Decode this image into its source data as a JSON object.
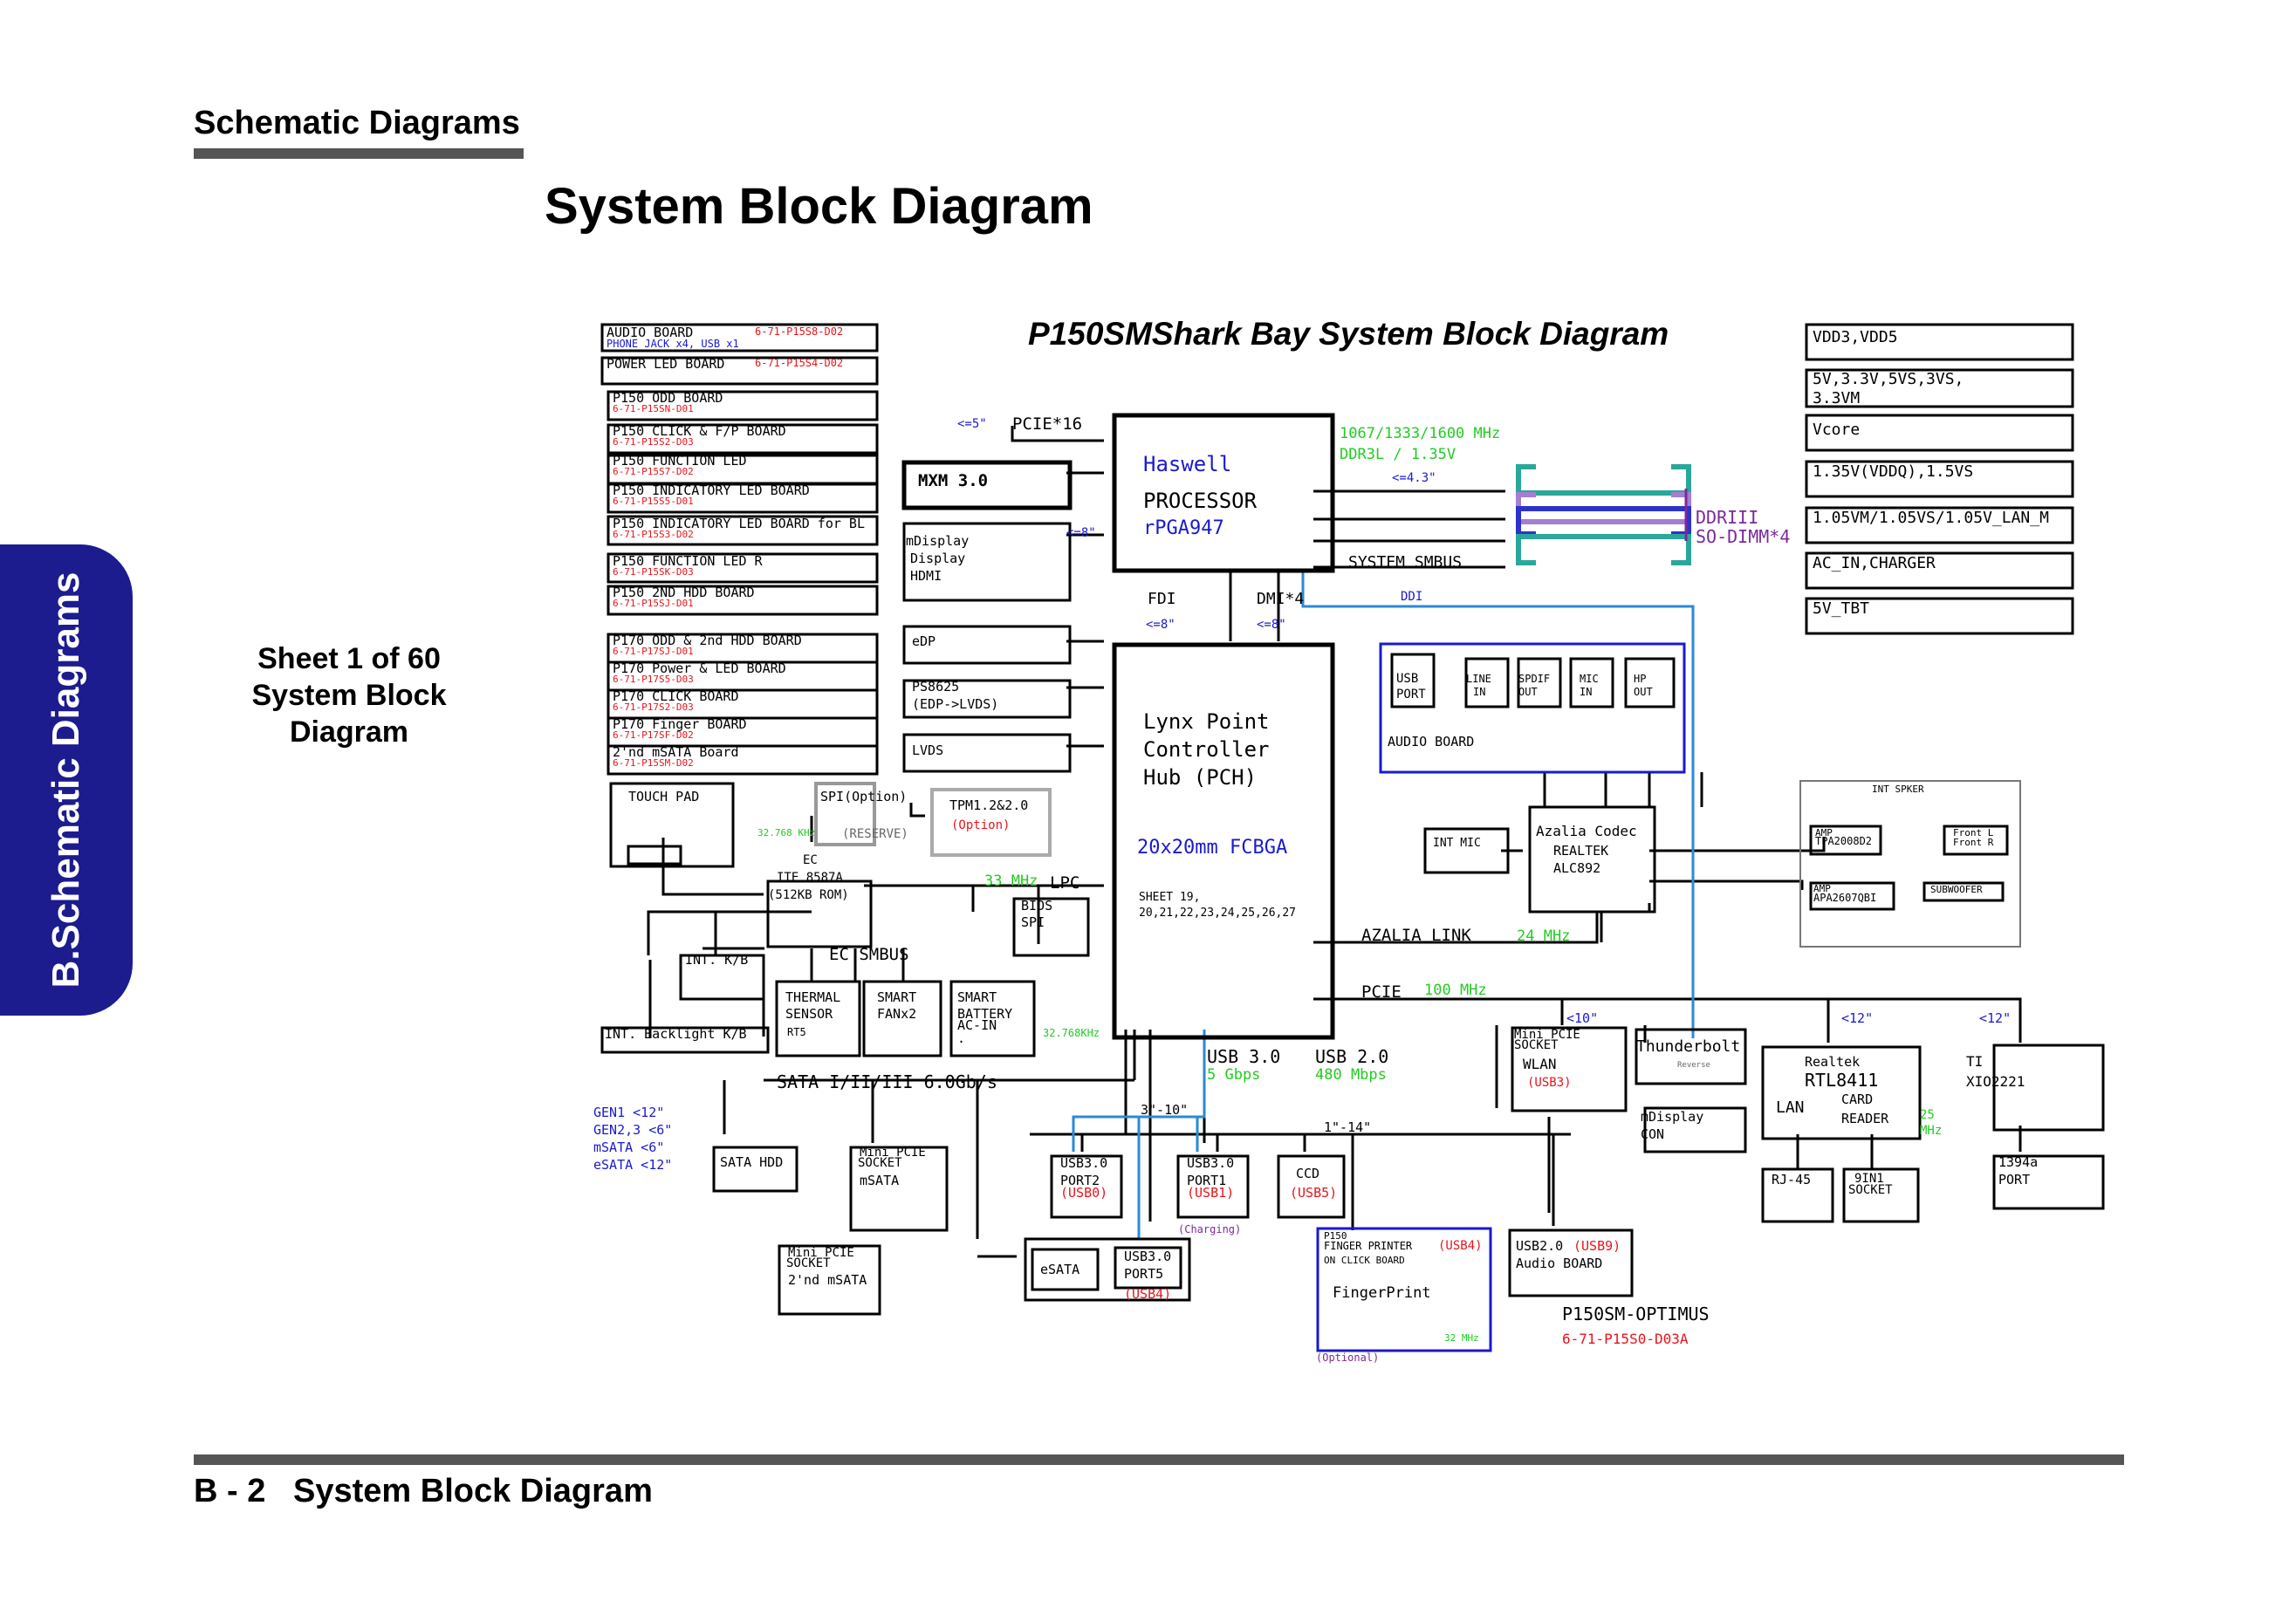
{
  "page": {
    "section": "Schematic  Diagrams",
    "title": "System Block Diagram",
    "side_tab": "B.Schematic Diagrams",
    "sheet": [
      "Sheet 1 of 60",
      "System Block",
      "Diagram"
    ],
    "footer": "B - 2   System Block Diagram"
  },
  "diagram": {
    "title": "P150SMShark Bay System Block Diagram",
    "board_list": [
      {
        "name": "AUDIO BOARD",
        "code": "6-71-P15S8-D02",
        "sub": "PHONE JACK x4, USB x1"
      },
      {
        "name": "POWER LED BOARD",
        "code": "6-71-P15S4-D02"
      },
      {
        "name": "P150 ODD BOARD",
        "code": "6-71-P15SN-D01"
      },
      {
        "name": "P150 CLICK & F/P BOARD",
        "code": "6-71-P15S2-D03"
      },
      {
        "name": "P150 FUNCTION LED",
        "code": "6-71-P15S7-D02"
      },
      {
        "name": "P150 INDICATORY LED BOARD",
        "code": "6-71-P15S5-D01"
      },
      {
        "name": "P150 INDICATORY LED BOARD for BL",
        "code": "6-71-P15S3-D02"
      },
      {
        "name": "P150 FUNCTION LED R",
        "code": "6-71-P15SK-D03"
      },
      {
        "name": "P150 2ND HDD BOARD",
        "code": "6-71-P15SJ-D01"
      },
      {
        "name": "P170 ODD & 2nd HDD BOARD",
        "code": "6-71-P17SJ-D01"
      },
      {
        "name": "P170 Power & LED BOARD",
        "code": "6-71-P17S5-D03"
      },
      {
        "name": "P170 CLICK BOARD",
        "code": "6-71-P17S2-D03"
      },
      {
        "name": "P170 Finger BOARD",
        "code": "6-71-P17SF-D02"
      },
      {
        "name": "2'nd mSATA Board",
        "code": "6-71-P15SM-D02"
      }
    ],
    "power_rails": [
      "VDD3,VDD5",
      "5V,3.3V,5VS,3VS,",
      "3.3VM",
      "Vcore",
      "1.35V(VDDQ),1.5VS",
      "1.05VM/1.05VS/1.05V_LAN_M",
      "AC_IN,CHARGER",
      "5V_TBT"
    ],
    "cpu": {
      "l1": "Haswell",
      "l2": "PROCESSOR",
      "l3": "rPGA947"
    },
    "pch": {
      "l1": "Lynx Point",
      "l2": "Controller",
      "l3": "Hub (PCH)",
      "pkg": "20x20mm FCBGA",
      "sheets1": "SHEET 19,",
      "sheets2": "20,21,22,23,24,25,26,27"
    },
    "memory": {
      "speed": "1067/1333/1600 MHz",
      "type": "DDR3L / 1.35V",
      "len": "<=4.3\"",
      "l1": "DDRIII",
      "l2": "SO-DIMM*4"
    },
    "labels": {
      "pcie16": "PCIE*16",
      "len5": "<=5\"",
      "len8a": "<=8\"",
      "len8b": "<=8\"",
      "len8c": "<=8\"",
      "mxm": "MXM 3.0",
      "mdisp1": "mDisplay",
      "mdisp2": "Display",
      "mdisp3": "HDMI",
      "fdi": "FDI",
      "dmi": "DMI*4",
      "ddi": "DDI",
      "smbus": "SYSTEM SMBUS",
      "edp": "eDP",
      "ps1": "PS8625",
      "ps2": "(EDP->LVDS)",
      "lvds": "LVDS",
      "touchpad": "TOUCH PAD",
      "spi": "SPI(Option)",
      "reserve": "(RESERVE)",
      "tpm": "TPM1.2&2.0",
      "tpm_opt": "(Option)",
      "khz1": "32.768 KHz",
      "ec1": "EC",
      "ec2": "ITE 8587A",
      "ec3": "(512KB ROM)",
      "mhz33": "33 MHz",
      "lpc": "LPC",
      "bios1": "BIOS",
      "bios2": "SPI",
      "kb": "INT. K/B",
      "ecsmbus": "EC SMBUS",
      "th1": "THERMAL",
      "th2": "SENSOR",
      "th3": "RT5",
      "fan1": "SMART",
      "fan2": "FANx2",
      "bat1": "SMART",
      "bat2": "BATTERY",
      "bat3": "AC-IN",
      "bat4": ".",
      "khz2": "32.768KHz",
      "backlight": "INT. Backlight K/B",
      "sata": "SATA I/II/III 6.0Gb/s",
      "gen1": "GEN1 <12\"",
      "gen2": "GEN2,3 <6\"",
      "msata_len": "mSATA <6\"",
      "esata_len": "eSATA <12\"",
      "satahdd": "SATA HDD",
      "mp1a": "Mini PCIE",
      "mp1b": "SOCKET",
      "mp1c": "mSATA",
      "mp2a": "Mini PCIE",
      "mp2b": "SOCKET",
      "mp2c": "2'nd mSATA",
      "usb3": "USB 3.0",
      "usb3s": "5 Gbps",
      "usb2": "USB 2.0",
      "usb2s": "480 Mbps",
      "len3_10": "3\"-10\"",
      "len1_14": "1\"-14\"",
      "p2a": "USB3.0",
      "p2b": "PORT2",
      "p2c": "(USB0)",
      "p1a": "USB3.0",
      "p1b": "PORT1",
      "p1c": "(USB1)",
      "charging": "(Charging)",
      "ccd": "CCD",
      "ccd_usb": "(USB5)",
      "esata": "eSATA",
      "p5a": "USB3.0",
      "p5b": "PORT5",
      "p5c": "(USB4)",
      "fp1": "P150",
      "fp2": "FINGER PRINTER",
      "fp_usb": "(USB4)",
      "fp3": "ON CLICK BOARD",
      "fp4": "FingerPrint",
      "fp_mhz": "32 MHz",
      "fp_opt": "(Optional)",
      "ab_usb2": "USB2.0",
      "ab_usb9": "(USB9)",
      "ab_board": "Audio BOARD",
      "model": "P150SM-OPTIMUS",
      "model_code": "6-71-P15S0-D03A",
      "azalia": "AZALIA LINK",
      "mhz24": "24 MHz",
      "pcie": "PCIE",
      "mhz100": "100 MHz",
      "aj_usb1": "USB",
      "aj_usb2": "PORT",
      "aj_li1": "LINE",
      "aj_li2": "IN",
      "aj_sp1": "SPDIF",
      "aj_sp2": "OUT",
      "aj_mi1": "MIC",
      "aj_mi2": "IN",
      "aj_hp1": "HP",
      "aj_hp2": "OUT",
      "audio_board": "AUDIO BOARD",
      "intmic": "INT MIC",
      "az1": "Azalia Codec",
      "az2": "REALTEK",
      "az3": "ALC892",
      "spker": "INT SPKER",
      "amp1a": "AMP",
      "amp1b": "TPA2008D2",
      "front1": "Front L",
      "front2": "Front R",
      "amp2a": "AMP",
      "amp2b": "APA2607QBI",
      "sub": "SUBWOOFER",
      "len10": "<10\"",
      "len12a": "<12\"",
      "len12b": "<12\"",
      "wl1": "Mini PCIE",
      "wl2": "SOCKET",
      "wl3": "WLAN",
      "wl4": "(USB3)",
      "tb1": "Thunderbolt",
      "tb2": "Reverse",
      "md1": "mDisplay",
      "md2": "CON",
      "rt1": "Realtek",
      "rt2": "RTL8411",
      "rt3": "LAN",
      "rt4": "CARD",
      "rt5": "READER",
      "mhz25a": "25",
      "mhz25b": "MHz",
      "ti1": "TI",
      "ti2": "XIO2221",
      "rj45": "RJ-45",
      "s9a": "9IN1",
      "s9b": "SOCKET",
      "p1394a": "1394a",
      "p1394b": "PORT"
    }
  }
}
